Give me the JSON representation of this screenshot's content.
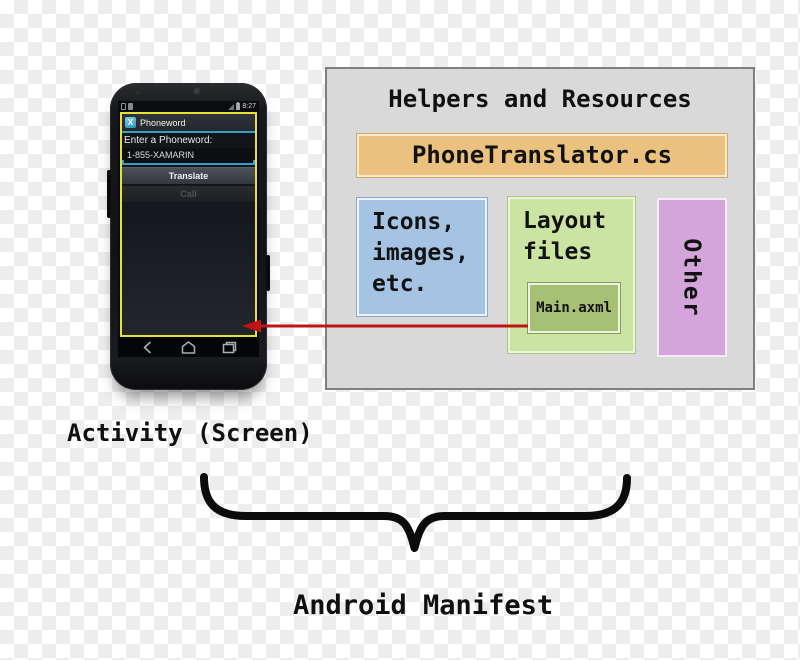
{
  "phone": {
    "status": {
      "time": "8:27"
    },
    "app": {
      "icon_glyph": "X",
      "title": "Phoneword",
      "prompt_label": "Enter a Phoneword:",
      "input_value": "1-855-XAMARIN",
      "translate_button": "Translate",
      "call_button": "Call"
    }
  },
  "panel": {
    "title": "Helpers and Resources",
    "phonetranslator_box": "PhoneTranslator.cs",
    "icons_box": "Icons,\nimages,\netc.",
    "layout_box": "Layout\nfiles",
    "main_axml_box": "Main.axml",
    "other_box": "Other"
  },
  "captions": {
    "activity": "Activity (Screen)",
    "android_manifest": "Android Manifest"
  },
  "colors": {
    "panel_bg": "#d9d9d9",
    "panel_border": "#7f7f7f",
    "orange_box": "#eac17e",
    "blue_box": "#a5c3e3",
    "green_box": "#cbe3a3",
    "dark_green_box": "#a6c175",
    "purple_box": "#d4a5da",
    "arrow_red": "#c01414",
    "holo_blue": "#2f9fd0",
    "screen_border_yellow": "#e5e13b"
  }
}
